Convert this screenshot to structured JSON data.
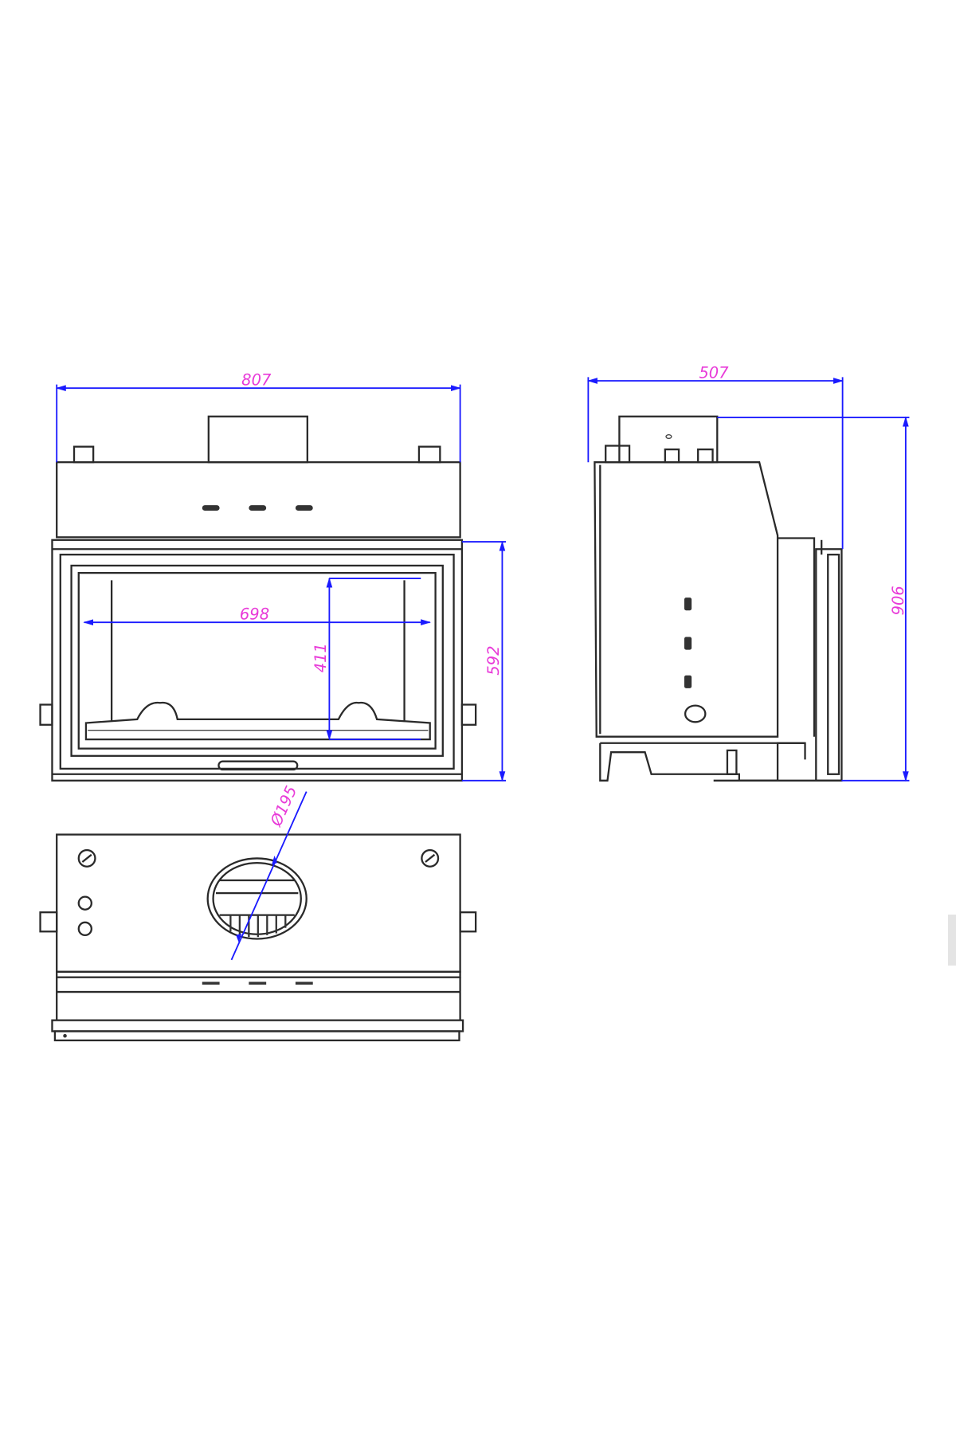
{
  "drawing": {
    "front_view": {
      "overall_width": "807",
      "opening_width": "698",
      "opening_height": "411",
      "door_height": "592"
    },
    "side_view": {
      "depth": "507",
      "overall_height": "906"
    },
    "top_view": {
      "flue_diameter": "Ø195"
    }
  },
  "colors": {
    "dimension_line": "#1a1aff",
    "dimension_text": "#e83ad8",
    "outline": "#2a2a2a"
  }
}
